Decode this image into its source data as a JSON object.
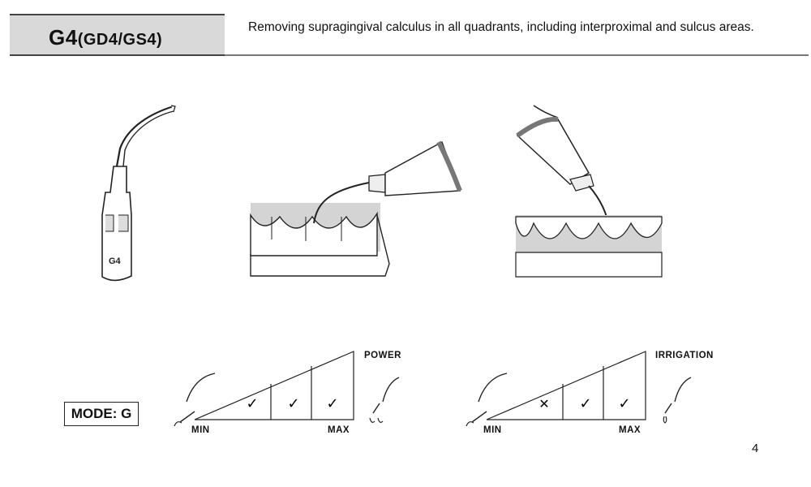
{
  "header": {
    "model_main": "G4",
    "model_variants": "(GD4/GS4)",
    "description": "Removing supragingival calculus in all quadrants, including interproximal and sulcus areas."
  },
  "tip_label": "G4",
  "mode": {
    "label": "MODE: G"
  },
  "power_scale": {
    "title": "POWER",
    "min_label": "MIN",
    "max_label": "MAX",
    "marks": [
      "check",
      "check",
      "check"
    ],
    "marks_text": [
      "✓",
      "✓",
      "✓"
    ]
  },
  "irrigation_scale": {
    "title": "IRRIGATION",
    "min_label": "MIN",
    "max_label": "MAX",
    "marks": [
      "cross",
      "check",
      "check"
    ],
    "marks_text": [
      "✕",
      "✓",
      "✓"
    ]
  },
  "page_number": "4"
}
